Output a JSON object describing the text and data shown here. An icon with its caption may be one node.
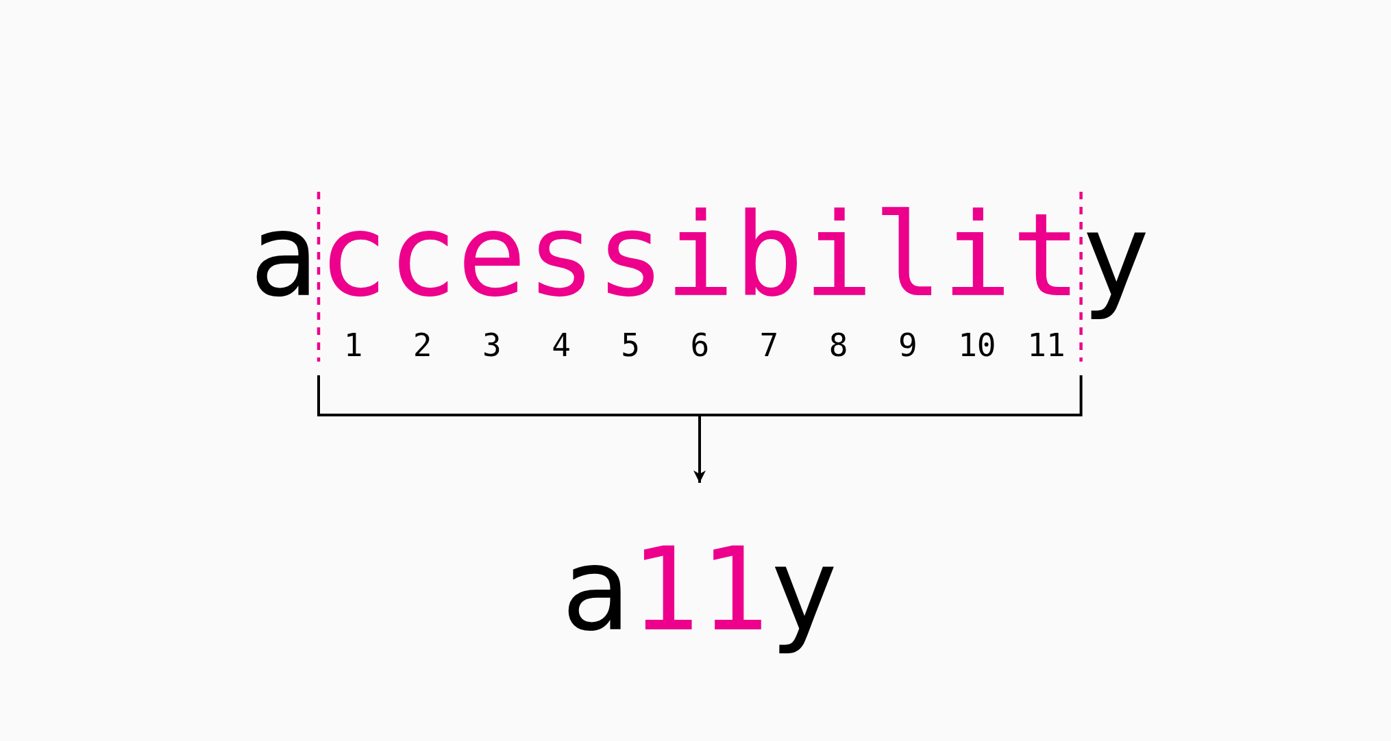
{
  "diagram": {
    "nodes": [
      {
        "text": [
          "a"
        ]
      },
      {
        "text": [
          "ccessibilit"
        ],
        "beside": [
          "1",
          "2",
          "3",
          "4",
          "5",
          "6",
          "7",
          "8",
          "9",
          "10",
          "11"
        ]
      },
      {
        "text": [
          "y"
        ]
      },
      {
        "text": [
          "a"
        ]
      },
      {
        "text": [
          "11"
        ]
      },
      {
        "text": [
          "y"
        ]
      }
    ],
    "edges": [
      {
        "from": 1,
        "to": 4,
        "arrow": "to"
      }
    ]
  }
}
